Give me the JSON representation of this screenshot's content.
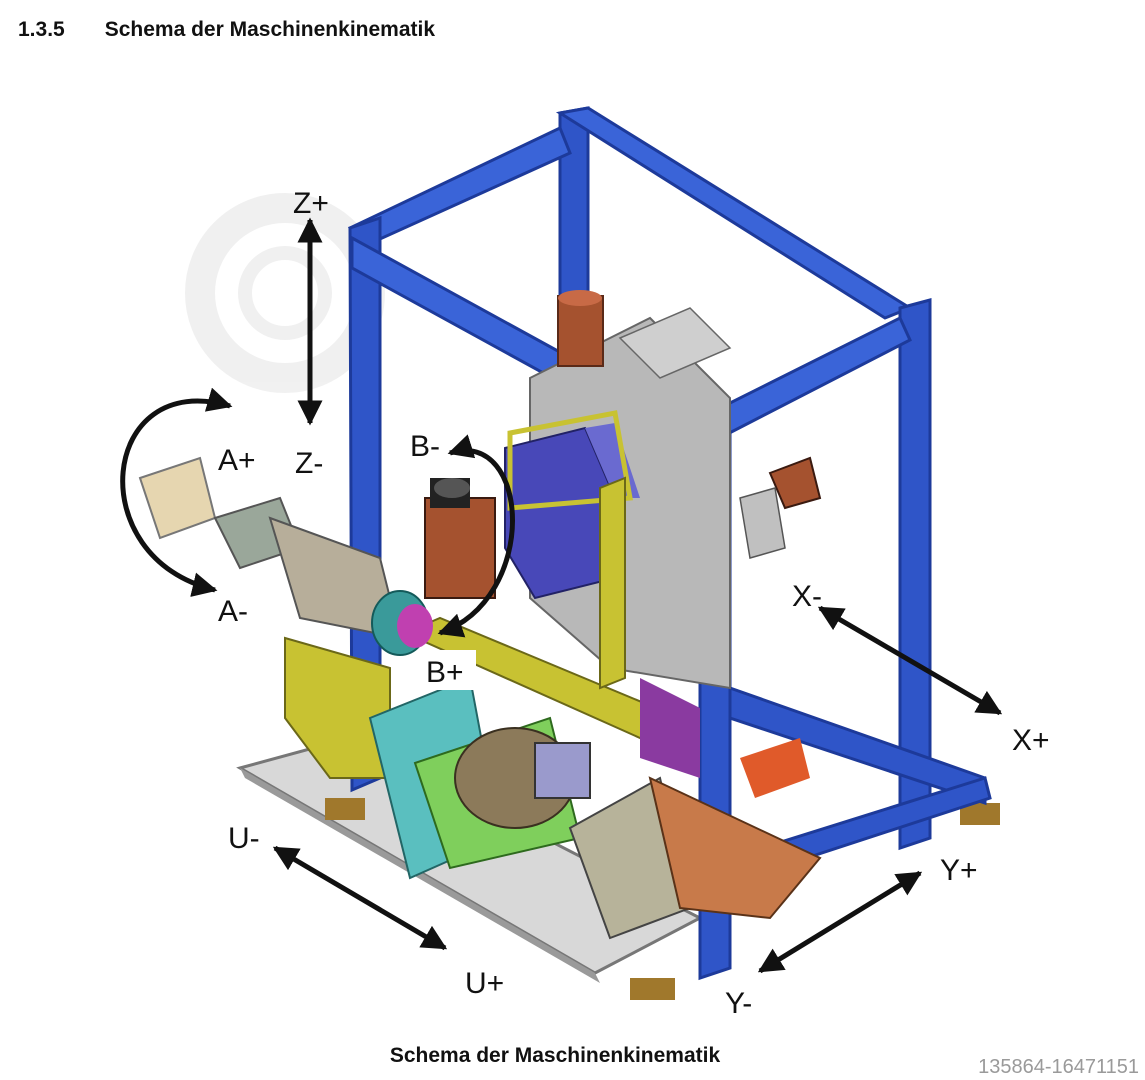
{
  "heading": {
    "number": "1.3.5",
    "title": "Schema der Maschinenkinematik"
  },
  "axes": {
    "z_plus": "Z+",
    "z_minus": "Z-",
    "a_plus": "A+",
    "a_minus": "A-",
    "b_minus": "B-",
    "b_plus": "B+",
    "x_minus": "X-",
    "x_plus": "X+",
    "y_plus": "Y+",
    "y_minus": "Y-",
    "u_minus": "U-",
    "u_plus": "U+"
  },
  "caption": "Schema der Maschinenkinematik",
  "reference_number": "135864-16471151",
  "colors": {
    "frame": "#2f55c8",
    "frame_dark": "#1d3a9a",
    "column": "#b8b8b8",
    "motor": "#3e3ea8",
    "spindle": "#a5522f",
    "yellow": "#c8c232",
    "green": "#7fcf5c",
    "orange": "#e07a3a"
  }
}
